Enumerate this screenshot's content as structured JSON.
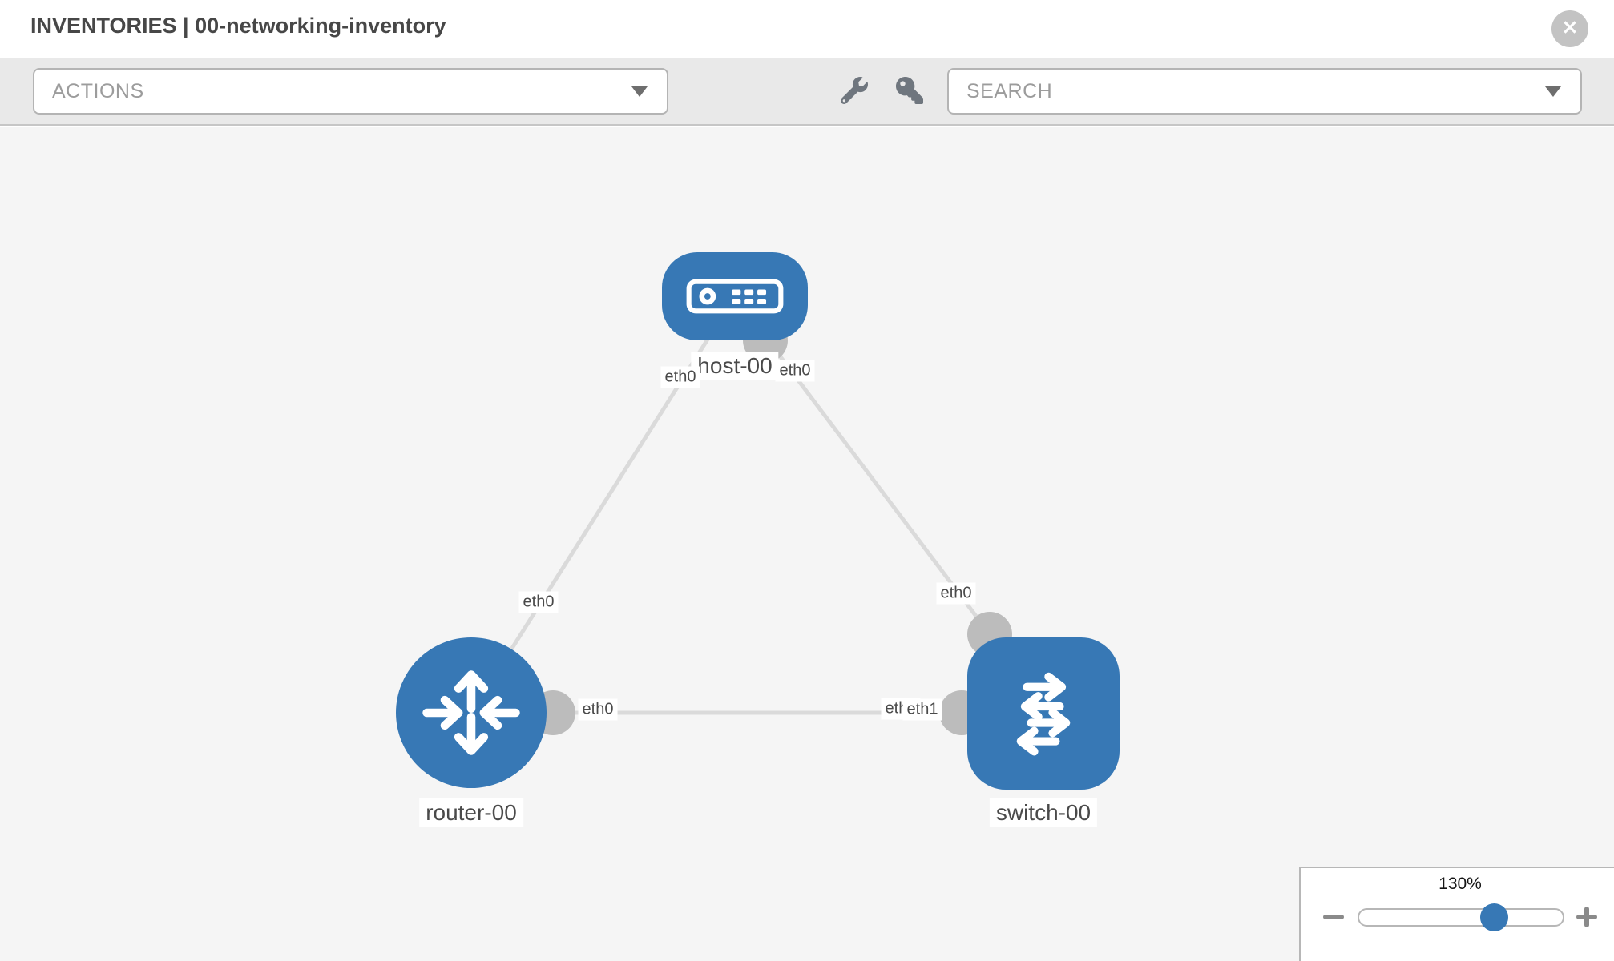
{
  "header": {
    "title": "INVENTORIES | 00-networking-inventory"
  },
  "toolbar": {
    "actions_label": "ACTIONS",
    "search_label": "SEARCH",
    "icons": [
      "wrench",
      "key"
    ]
  },
  "canvas": {
    "nodes": [
      {
        "id": "host-00",
        "label": "host-00",
        "type": "host",
        "shape": "rounded-rect"
      },
      {
        "id": "router-00",
        "label": "router-00",
        "type": "router",
        "shape": "circle"
      },
      {
        "id": "switch-00",
        "label": "switch-00",
        "type": "switch",
        "shape": "rounded-square"
      }
    ],
    "links": [
      {
        "from": "host-00",
        "to": "router-00",
        "from_interface": "eth0",
        "to_interface": "eth0"
      },
      {
        "from": "host-00",
        "to": "switch-00",
        "from_interface": "eth0",
        "to_interface": "eth0"
      },
      {
        "from": "router-00",
        "to": "switch-00",
        "from_interface": "eth0",
        "to_interface": "eth1"
      }
    ],
    "interface_labels": {
      "host_to_router_near_host": "eth0",
      "host_to_router_near_router": "eth0",
      "host_to_switch_near_host": "eth0",
      "host_to_switch_near_switch": "eth0",
      "router_to_switch_near_router": "eth0",
      "router_to_switch_near_switch_under": "eth0",
      "router_to_switch_near_switch": "eth1"
    }
  },
  "zoom_control": {
    "level": "130%"
  },
  "colors": {
    "node_blue": "#3778b5",
    "connector_gray": "#bcbcbc",
    "link_gray": "#dadada",
    "canvas_bg": "#f5f5f5",
    "toolbar_bg": "#e9e9e9"
  }
}
